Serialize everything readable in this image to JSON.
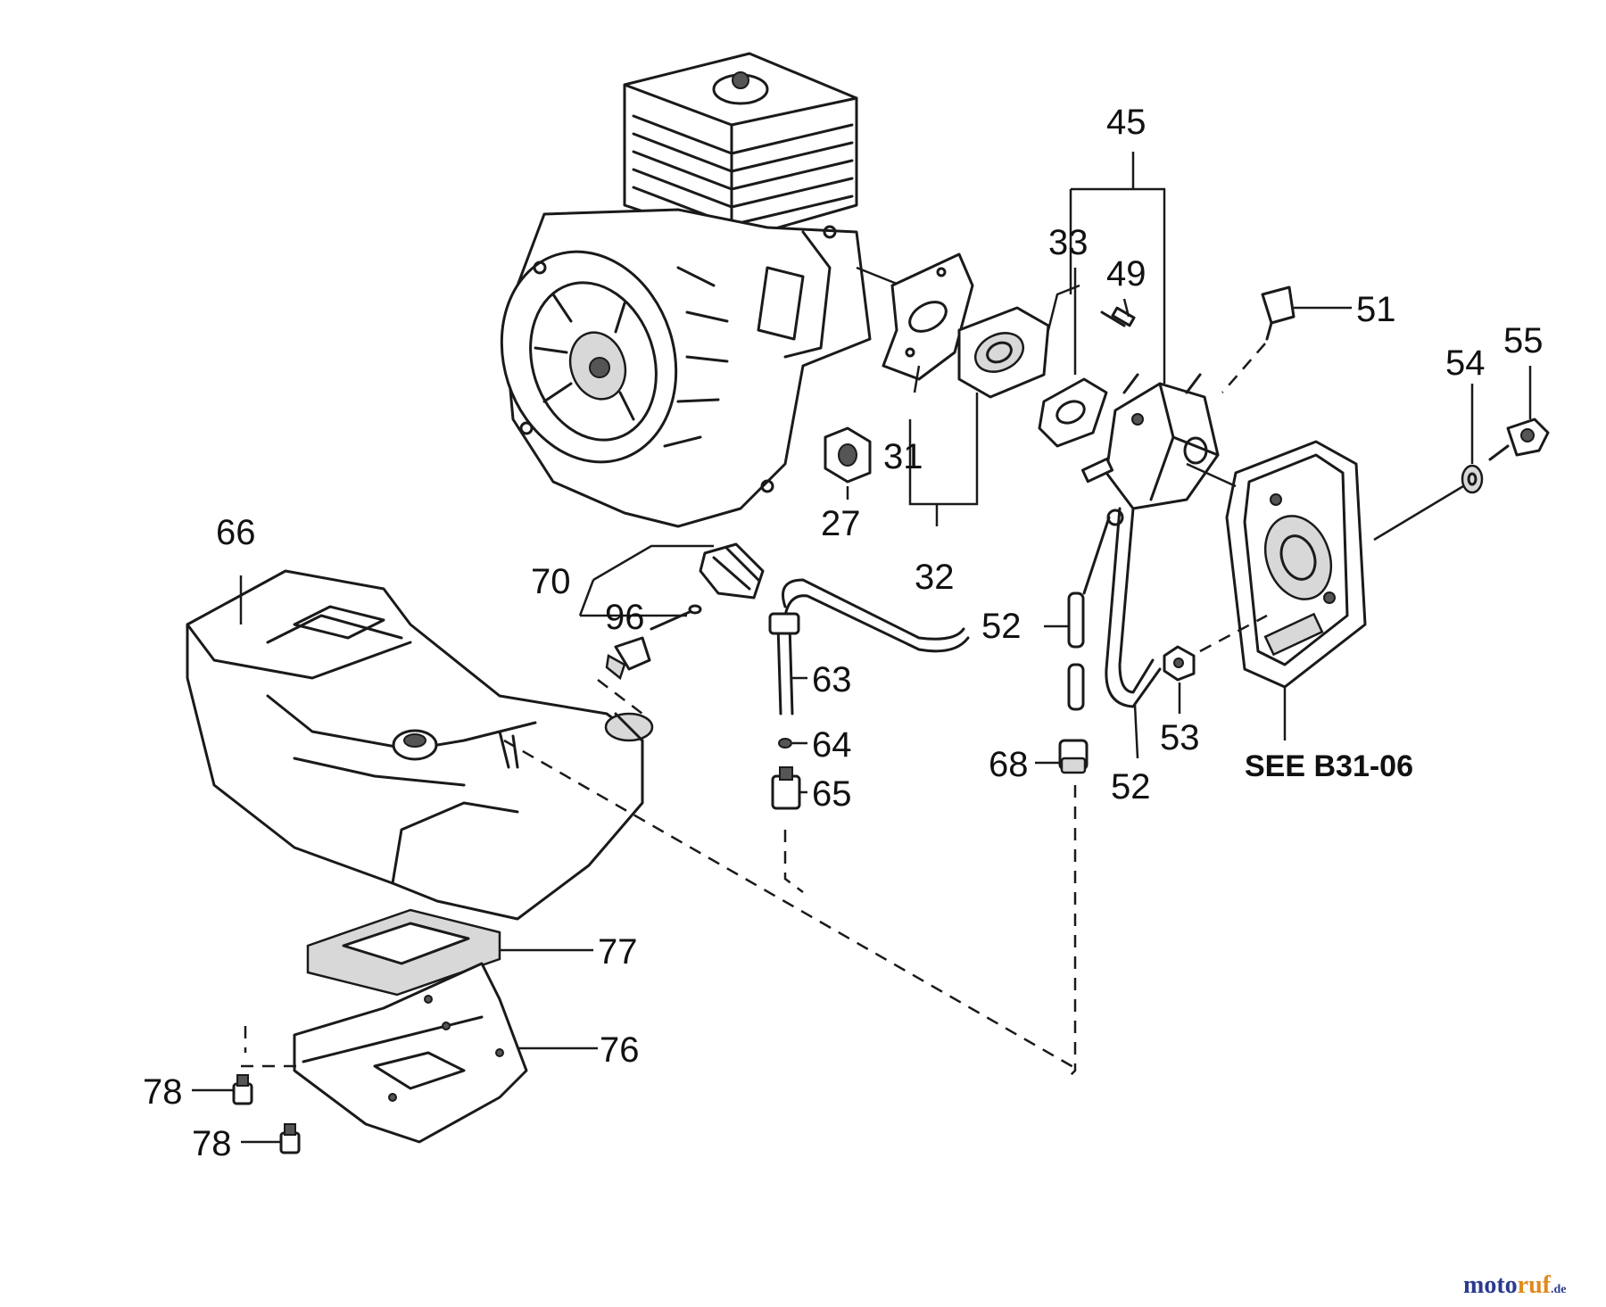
{
  "labels": {
    "p27": "27",
    "p31": "31",
    "p32": "32",
    "p33": "33",
    "p45": "45",
    "p49": "49",
    "p51": "51",
    "p52a": "52",
    "p52b": "52",
    "p53": "53",
    "p54": "54",
    "p55": "55",
    "p63": "63",
    "p64": "64",
    "p65": "65",
    "p66": "66",
    "p68": "68",
    "p70": "70",
    "p76": "76",
    "p77": "77",
    "p78a": "78",
    "p78b": "78",
    "p96": "96"
  },
  "notes": {
    "see_ref": "SEE B31-06"
  },
  "watermark": {
    "part1": "moto",
    "part2": "ruf",
    "part3": ".de"
  },
  "colors": {
    "line": "#1a1a1a",
    "watermark_blue": "#2a3b8f",
    "watermark_orange": "#e08a1e"
  }
}
